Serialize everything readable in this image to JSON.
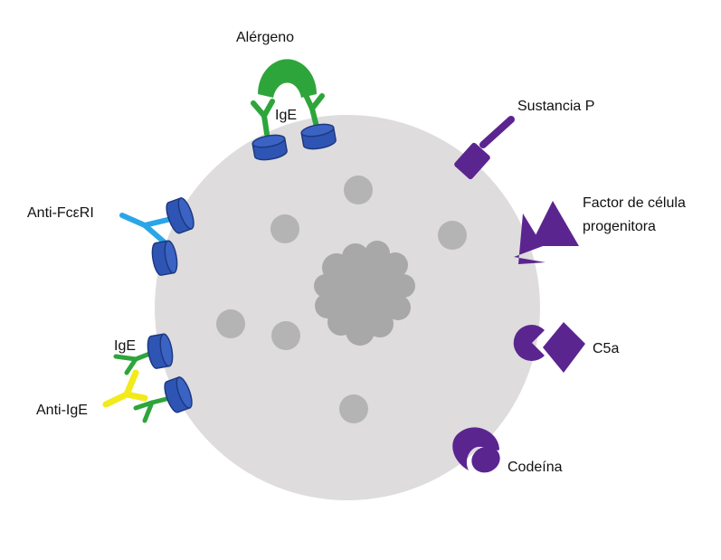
{
  "labels": {
    "allergen": "Alérgeno",
    "ige_top": "IgE",
    "substance_p": "Sustancia P",
    "anti_fceri": "Anti-FcεRI",
    "stem_cell_factor_line1": "Factor de célula",
    "stem_cell_factor_line2": "progenitora",
    "ige_left": "IgE",
    "c5a": "C5a",
    "anti_ige": "Anti-IgE",
    "codeine": "Codeína"
  },
  "colors": {
    "cell": "#dedcdd",
    "granule": "#b4b4b4",
    "nucleus": "#a8a8a8",
    "receptor": "#2f55b4",
    "receptor_stroke": "#1d3a80",
    "ige": "#2ea53b",
    "allergen": "#2ea53b",
    "anti_fceri": "#2aa6e8",
    "anti_ige": "#f2ea1a",
    "ligand": "#5b2590"
  }
}
